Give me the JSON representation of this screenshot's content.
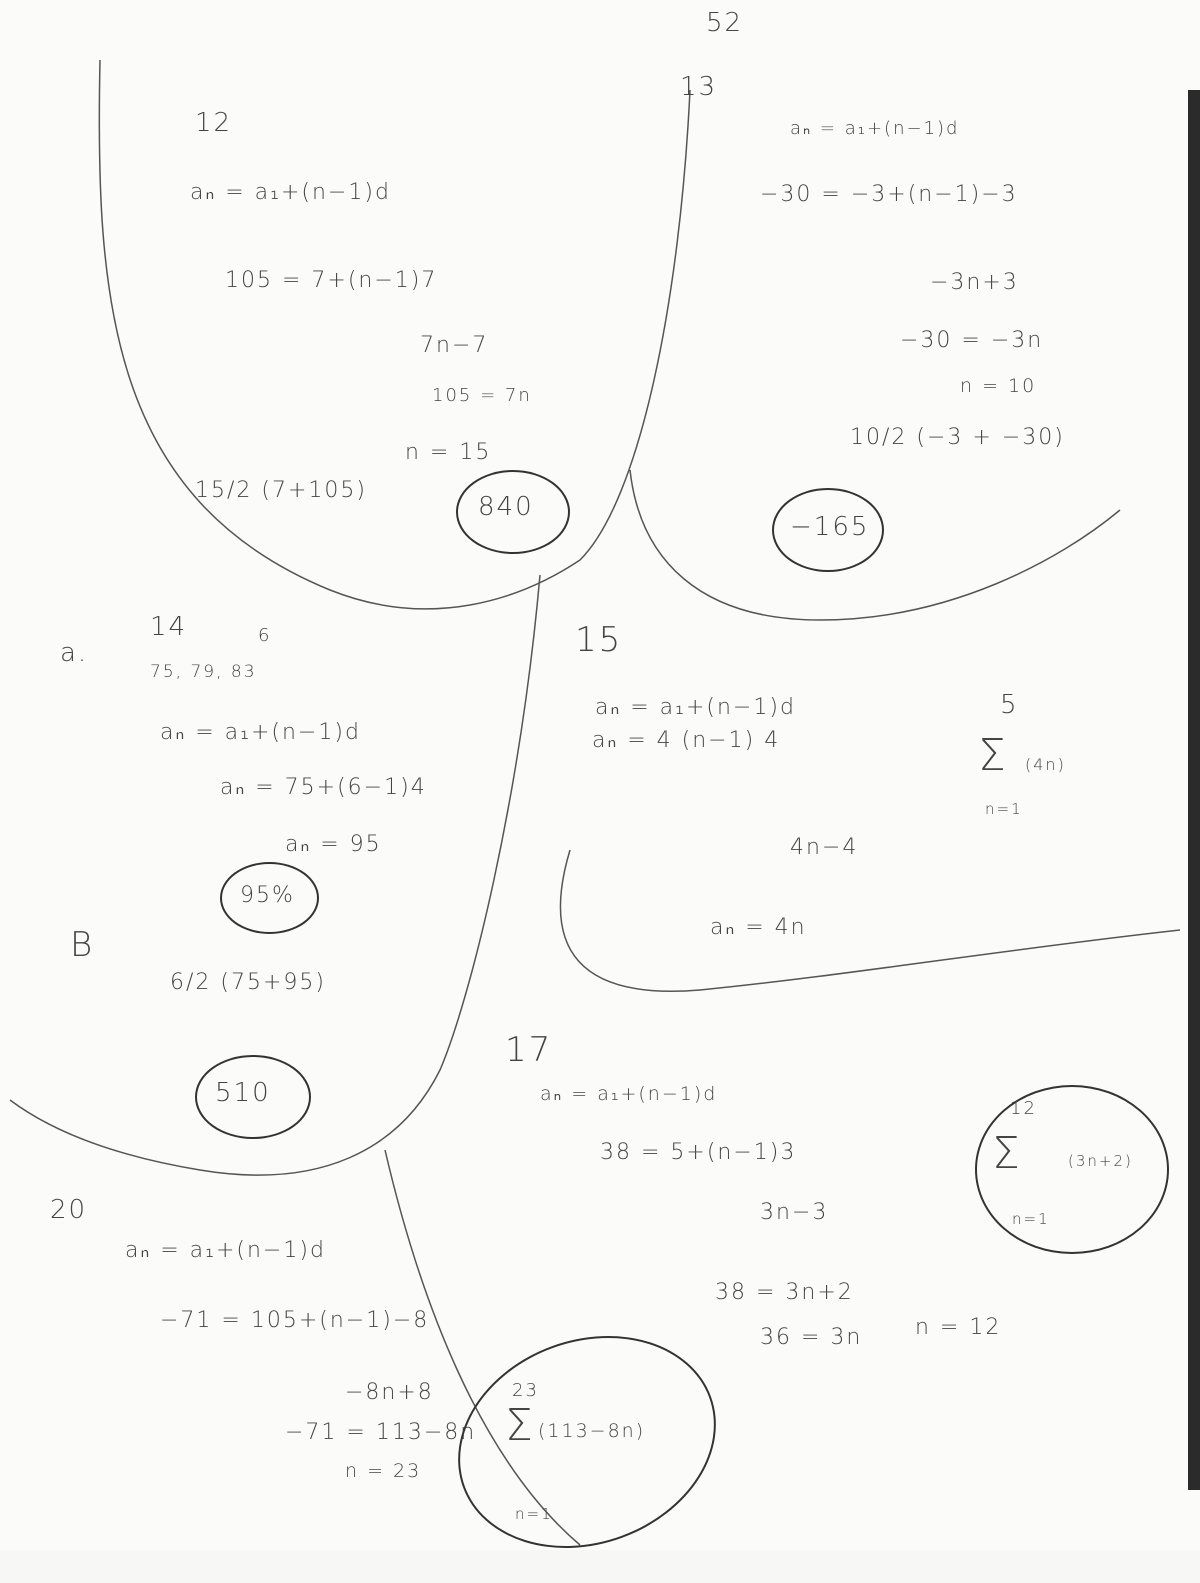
{
  "page_number": "52",
  "problems": {
    "p12": {
      "label": "12",
      "lines": [
        "aₙ = a₁+(n−1)d",
        "105 = 7+(n−1)7",
        "7n−7",
        "105 = 7n",
        "n = 15",
        "15/2 (7+105)"
      ],
      "answer": "840"
    },
    "p13": {
      "label": "13",
      "lines": [
        "aₙ = a₁+(n−1)d",
        "−30 = −3+(n−1)−3",
        "−3n+3",
        "−30 = −3n",
        "n = 10",
        "10/2 (−3 + −30)"
      ],
      "answer": "−165"
    },
    "p14": {
      "label": "14",
      "part": "a.",
      "sequence": "75, 79, 83",
      "n_value": "6",
      "lines": [
        "aₙ = a₁+(n−1)d",
        "aₙ = 75+(6−1)4",
        "aₙ = 95"
      ],
      "answer_a": "95%",
      "part_b": "B",
      "sum_line": "6/2 (75+95)",
      "answer_b": "510"
    },
    "p15": {
      "label": "15",
      "lines": [
        "aₙ = a₁+(n−1)d",
        "aₙ = 4 (n−1) 4",
        "4n−4",
        "aₙ = 4n"
      ],
      "sigma": {
        "upper": "5",
        "expr": "(4n)",
        "lower": "n=1"
      }
    },
    "p17": {
      "label": "17",
      "lines": [
        "aₙ = a₁+(n−1)d",
        "38 = 5+(n−1)3",
        "3n−3",
        "38 = 3n+2",
        "36 = 3n",
        "n = 12"
      ],
      "sigma": {
        "upper": "12",
        "expr": "(3n+2)",
        "lower": "n=1"
      }
    },
    "p20": {
      "label": "20",
      "lines": [
        "aₙ = a₁+(n−1)d",
        "−71 = 105+(n−1)−8",
        "−8n+8",
        "−71 = 113−8n",
        "n = 23"
      ],
      "sigma": {
        "upper": "23",
        "expr": "(113−8n)",
        "lower": "n=1"
      }
    }
  }
}
